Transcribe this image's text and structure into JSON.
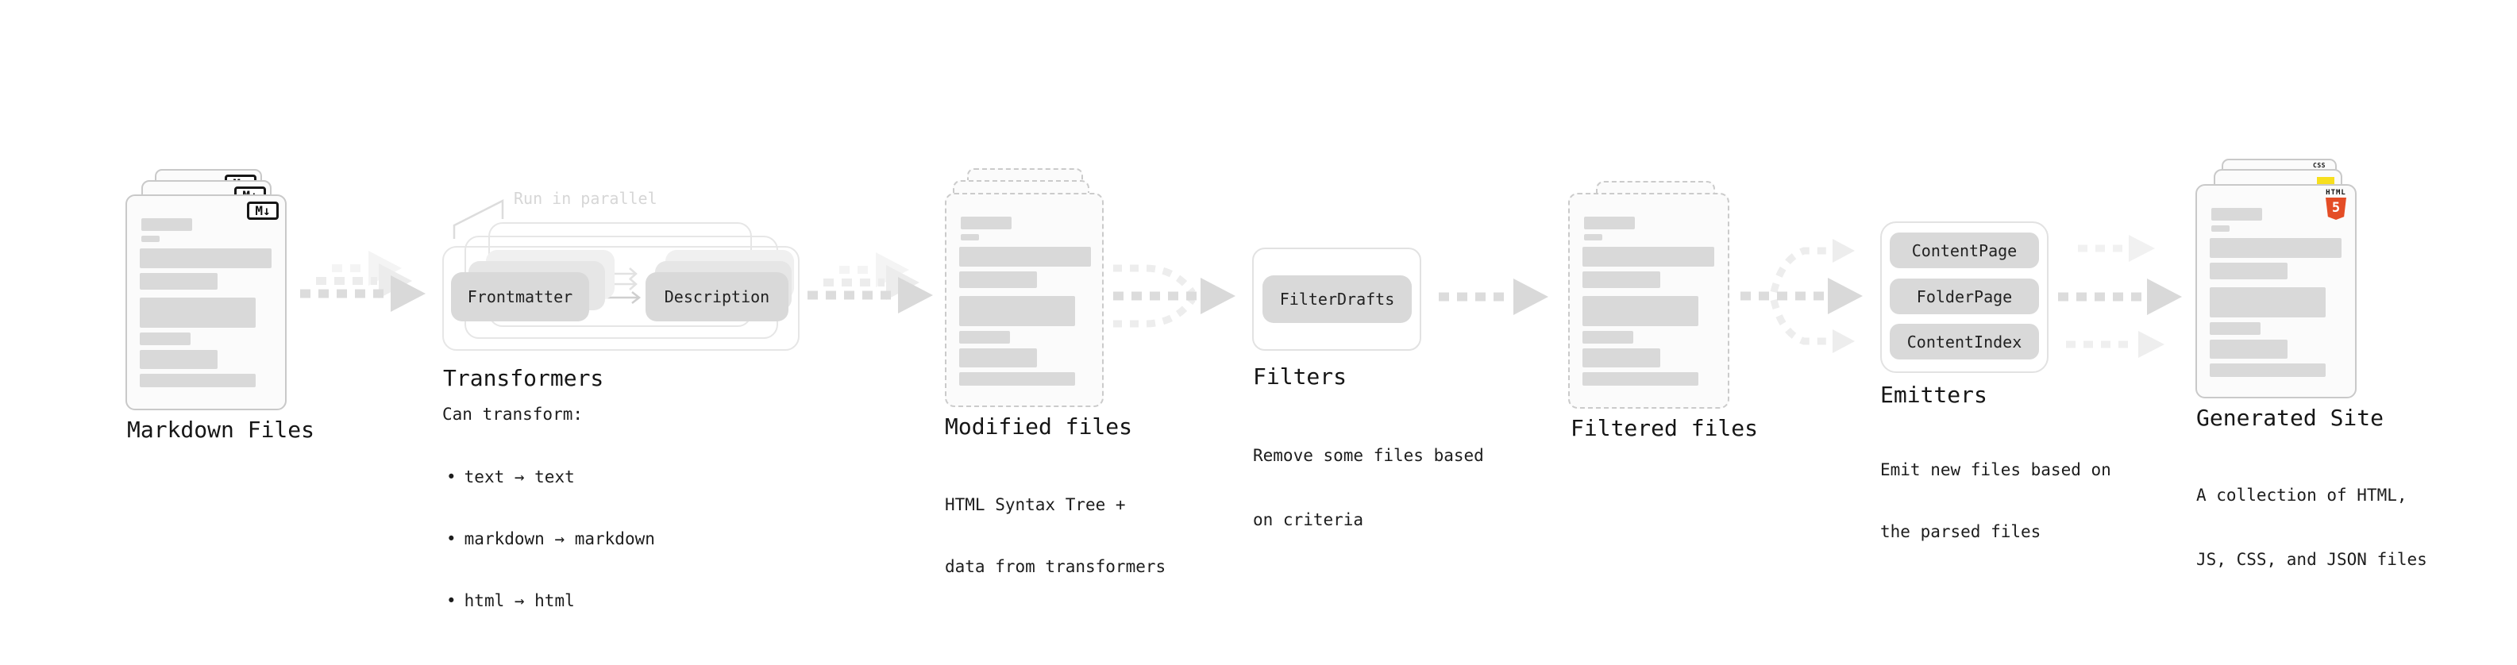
{
  "colors": {
    "background": "#ffffff",
    "card_fill": "#fbfbfb",
    "card_border": "#c9c9c9",
    "placeholder_bar": "#d9d9d9",
    "pill_fill": "#d9d9d9",
    "group_border": "#e6e6e6",
    "arrow_dark": "#d9d9d9",
    "arrow_light": "#ececec",
    "hint_text": "#d6d6d6",
    "text": "#1b1b1b",
    "markdown_badge_border": "#161616",
    "html5_orange": "#e44d26",
    "js_yellow": "#f7df1e",
    "css_blue": "#2962ff"
  },
  "pipeline": {
    "markdown_files": {
      "label": "Markdown Files",
      "badge_text": "M↓"
    },
    "transformers": {
      "hint": "Run in parallel",
      "step_from": "Frontmatter",
      "step_to": "Description",
      "label": "Transformers",
      "description_title": "Can transform:",
      "bullet_char": "•",
      "bullets": [
        "text → text",
        "markdown → markdown",
        "html → html"
      ]
    },
    "modified_files": {
      "label": "Modified files",
      "description": [
        "HTML Syntax Tree +",
        "data from transformers"
      ]
    },
    "filters": {
      "label": "Filters",
      "pill": "FilterDrafts",
      "description": [
        "Remove some files based",
        "on criteria"
      ]
    },
    "filtered_files": {
      "label": "Filtered files"
    },
    "emitters": {
      "label": "Emitters",
      "pills": [
        "ContentPage",
        "FolderPage",
        "ContentIndex"
      ],
      "description": [
        "Emit new files based on",
        "the parsed files"
      ]
    },
    "generated_site": {
      "label": "Generated Site",
      "css_badge_text": "CSS",
      "html_badge_text": "HTML",
      "html_badge_number": "5",
      "description": [
        "A collection of HTML,",
        "JS, CSS, and JSON files"
      ]
    }
  }
}
